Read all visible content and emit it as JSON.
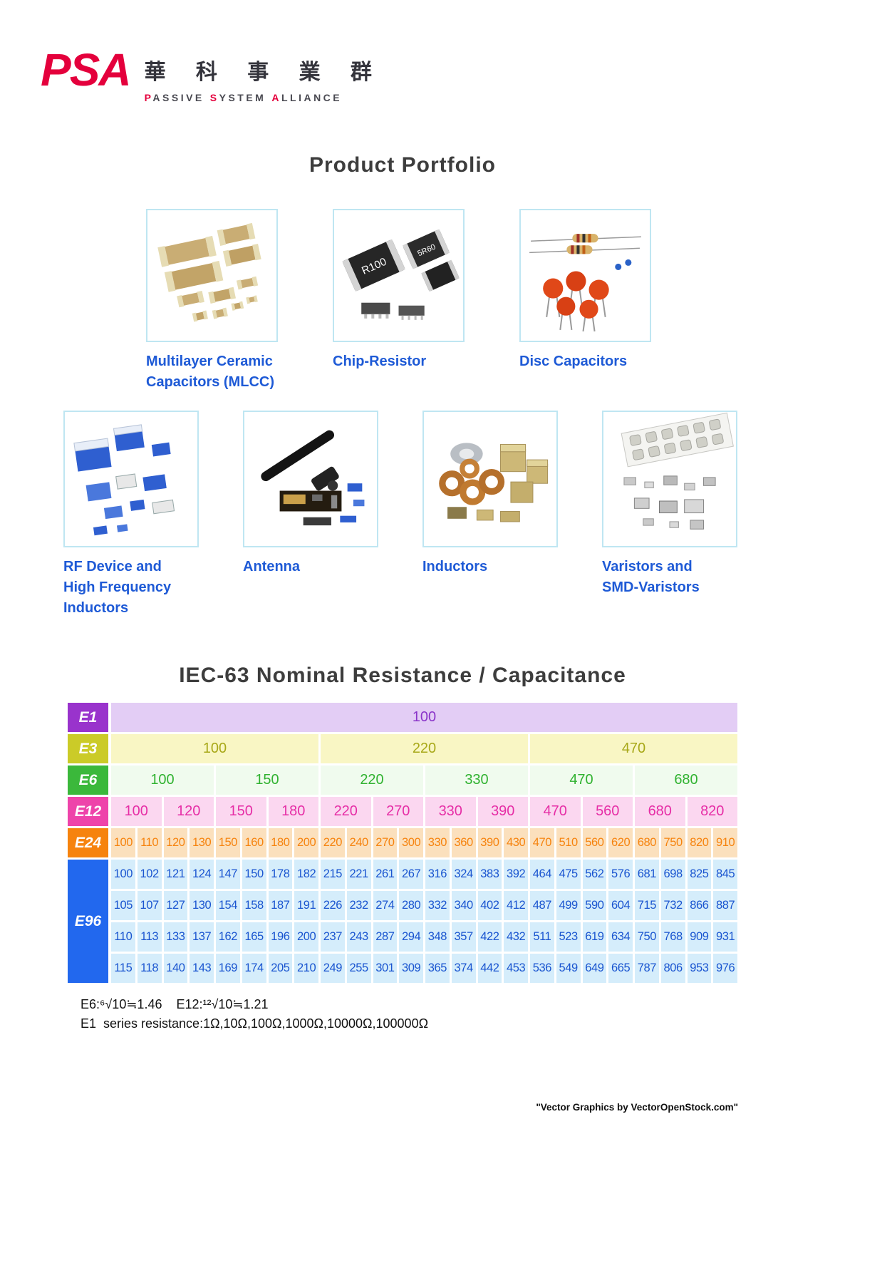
{
  "logo": {
    "psa": "PSA",
    "chinese": "華 科 事 業 群",
    "subtitle_words": [
      "Passive",
      "System",
      "Alliance"
    ],
    "brand_red": "#e4003c"
  },
  "portfolio": {
    "title": "Product Portfolio",
    "cards": [
      {
        "label": "Multilayer Ceramic\nCapacitors (MLCC)"
      },
      {
        "label": "Chip-Resistor"
      },
      {
        "label": "Disc Capacitors"
      },
      {
        "label": "RF Device and\nHigh Frequency\nInductors"
      },
      {
        "label": "Antenna"
      },
      {
        "label": "Inductors"
      },
      {
        "label": "Varistors and\nSMD-Varistors"
      }
    ],
    "chip_texts": [
      "R100",
      "5R60"
    ]
  },
  "table": {
    "title": "IEC-63 Nominal Resistance / Capacitance",
    "series": [
      {
        "label": "E1",
        "label_bg": "#9933cc",
        "cell_bg": "#e3cdf5",
        "text": "#8b35c9",
        "rows": [
          [
            "100"
          ]
        ]
      },
      {
        "label": "E3",
        "label_bg": "#cbcb28",
        "cell_bg": "#f9f6c4",
        "text": "#a8a818",
        "rows": [
          [
            "100",
            "220",
            "470"
          ]
        ]
      },
      {
        "label": "E6",
        "label_bg": "#3bb83b",
        "cell_bg": "#f0fbee",
        "text": "#30b230",
        "rows": [
          [
            "100",
            "150",
            "220",
            "330",
            "470",
            "680"
          ]
        ]
      },
      {
        "label": "E12",
        "label_bg": "#ee44aa",
        "cell_bg": "#fbd7f0",
        "text": "#e62ea6",
        "rows": [
          [
            "100",
            "120",
            "150",
            "180",
            "220",
            "270",
            "330",
            "390",
            "470",
            "560",
            "680",
            "820"
          ]
        ]
      },
      {
        "label": "E24",
        "label_bg": "#f6830e",
        "cell_bg": "#fbe0bd",
        "text": "#f6830e",
        "rows": [
          [
            "100",
            "110",
            "120",
            "130",
            "150",
            "160",
            "180",
            "200",
            "220",
            "240",
            "270",
            "300",
            "330",
            "360",
            "390",
            "430",
            "470",
            "510",
            "560",
            "620",
            "680",
            "750",
            "820",
            "910"
          ]
        ]
      },
      {
        "label": "E96",
        "label_bg": "#2268ee",
        "cell_bg": "#d5edfb",
        "text": "#1a55d0",
        "rows": [
          [
            "100",
            "102",
            "121",
            "124",
            "147",
            "150",
            "178",
            "182",
            "215",
            "221",
            "261",
            "267",
            "316",
            "324",
            "383",
            "392",
            "464",
            "475",
            "562",
            "576",
            "681",
            "698",
            "825",
            "845"
          ],
          [
            "105",
            "107",
            "127",
            "130",
            "154",
            "158",
            "187",
            "191",
            "226",
            "232",
            "274",
            "280",
            "332",
            "340",
            "402",
            "412",
            "487",
            "499",
            "590",
            "604",
            "715",
            "732",
            "866",
            "887"
          ],
          [
            "110",
            "113",
            "133",
            "137",
            "162",
            "165",
            "196",
            "200",
            "237",
            "243",
            "287",
            "294",
            "348",
            "357",
            "422",
            "432",
            "511",
            "523",
            "619",
            "634",
            "750",
            "768",
            "909",
            "931"
          ],
          [
            "115",
            "118",
            "140",
            "143",
            "169",
            "174",
            "205",
            "210",
            "249",
            "255",
            "301",
            "309",
            "365",
            "374",
            "442",
            "453",
            "536",
            "549",
            "649",
            "665",
            "787",
            "806",
            "953",
            "976"
          ]
        ]
      }
    ]
  },
  "notes": {
    "formula_line": "E6:⁶√10≒1.46    E12:¹²√10≒1.21",
    "resistance_line": "E1  series resistance:1Ω,10Ω,100Ω,1000Ω,10000Ω,100000Ω"
  },
  "credit": "\"Vector Graphics by VectorOpenStock.com\""
}
